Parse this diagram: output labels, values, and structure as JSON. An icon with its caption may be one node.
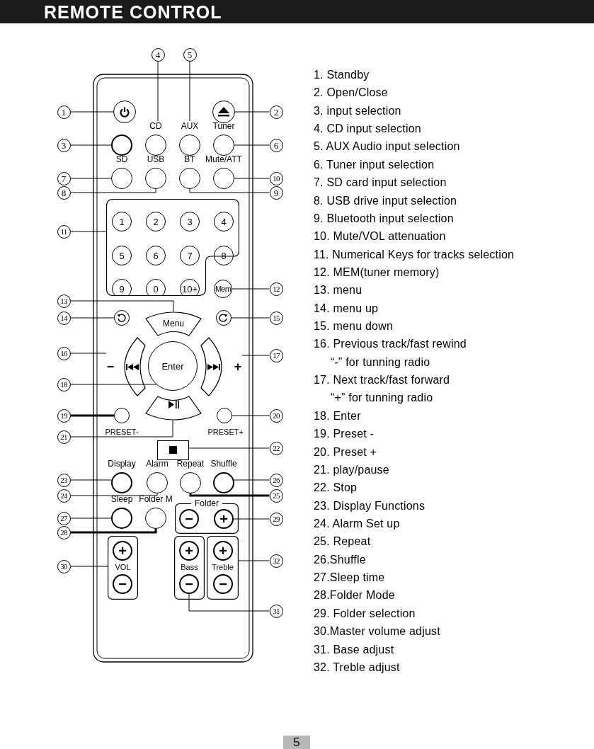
{
  "diagram": {
    "title": "REMOTE CONTROL",
    "nodes": [
      {
        "text": [
          "4"
        ]
      },
      {
        "text": [
          "5"
        ]
      },
      {
        "text": [
          "1"
        ]
      },
      {
        "text": [],
        "shape": "circle"
      },
      {
        "text": [],
        "shape": "circle"
      },
      {
        "text": [
          "2"
        ]
      },
      {
        "text": [
          "3"
        ]
      },
      {
        "text": [],
        "shape": "circle"
      },
      {
        "text": [
          "CD"
        ]
      },
      {
        "text": [
          "AUX"
        ]
      },
      {
        "text": [
          "Tuner"
        ]
      },
      {
        "text": [
          "6"
        ]
      },
      {
        "text": [
          "7"
        ]
      },
      {
        "text": [
          "SD"
        ]
      },
      {
        "text": [
          "USB"
        ]
      },
      {
        "text": [
          "BT"
        ]
      },
      {
        "text": [
          "Mute/ATT"
        ]
      },
      {
        "text": [
          "10"
        ]
      },
      {
        "text": [
          "8"
        ]
      },
      {
        "text": [
          "9"
        ]
      },
      {
        "text": [
          "11"
        ]
      },
      {
        "text": [],
        "shape": "box"
      },
      {
        "text": [
          "1"
        ],
        "in": 21
      },
      {
        "text": [
          "2"
        ],
        "in": 21
      },
      {
        "text": [
          "3"
        ],
        "in": 21
      },
      {
        "text": [
          "4"
        ],
        "in": 21
      },
      {
        "text": [
          "5"
        ],
        "in": 21
      },
      {
        "text": [
          "6"
        ],
        "in": 21
      },
      {
        "text": [
          "7"
        ],
        "in": 21
      },
      {
        "text": [
          "8"
        ],
        "in": 21
      },
      {
        "text": [
          "9"
        ],
        "in": 21
      },
      {
        "text": [
          "0"
        ],
        "in": 21
      },
      {
        "text": [
          "10+"
        ],
        "in": 21
      },
      {
        "text": [
          "Mem"
        ]
      },
      {
        "text": [
          "12"
        ]
      },
      {
        "text": [
          "13"
        ]
      },
      {
        "text": [
          "Menu"
        ]
      },
      {
        "text": [
          "14"
        ]
      },
      {
        "text": [],
        "shape": "circle"
      },
      {
        "text": [],
        "shape": "circle"
      },
      {
        "text": [
          "15"
        ]
      },
      {
        "text": [
          "16"
        ]
      },
      {
        "text": [],
        "shape": "box",
        "beside": [
          "−"
        ]
      },
      {
        "text": [
          "Enter"
        ]
      },
      {
        "text": [],
        "shape": "box",
        "beside": [
          "+"
        ]
      },
      {
        "text": [
          "17"
        ]
      },
      {
        "text": [
          "18"
        ]
      },
      {
        "text": [
          "19"
        ]
      },
      {
        "text": [
          "PRESET-"
        ]
      },
      {
        "text": [],
        "shape": "box"
      },
      {
        "text": [
          "PRESET+"
        ]
      },
      {
        "text": [
          "20"
        ]
      },
      {
        "text": [
          "21"
        ]
      },
      {
        "text": [],
        "shape": "box"
      },
      {
        "text": [
          "22"
        ]
      },
      {
        "text": [
          "23"
        ]
      },
      {
        "text": [
          "Display"
        ]
      },
      {
        "text": [
          "Alarm"
        ]
      },
      {
        "text": [
          "Repeat"
        ]
      },
      {
        "text": [
          "Shuffle"
        ]
      },
      {
        "text": [
          "26"
        ]
      },
      {
        "text": [
          "24"
        ]
      },
      {
        "text": [
          "25"
        ]
      },
      {
        "text": [
          "27"
        ]
      },
      {
        "text": [
          "Sleep"
        ]
      },
      {
        "text": [
          "Folder M"
        ]
      },
      {
        "text": [
          "Folder"
        ]
      },
      {
        "text": [
          "−"
        ],
        "in": 66
      },
      {
        "text": [
          "+"
        ],
        "in": 66
      },
      {
        "text": [
          "29"
        ]
      },
      {
        "text": [
          "28"
        ]
      },
      {
        "text": [
          "30"
        ]
      },
      {
        "text": [
          "VOL"
        ]
      },
      {
        "text": [
          "+"
        ],
        "in": 72
      },
      {
        "text": [
          "−"
        ],
        "in": 72
      },
      {
        "text": [
          "Bass"
        ]
      },
      {
        "text": [
          "+"
        ],
        "in": 75
      },
      {
        "text": [
          "−"
        ],
        "in": 75
      },
      {
        "text": [
          "Treble"
        ]
      },
      {
        "text": [
          "+"
        ],
        "in": 78
      },
      {
        "text": [
          "−"
        ],
        "in": 78
      },
      {
        "text": [
          "32"
        ]
      },
      {
        "text": [
          "31"
        ]
      }
    ],
    "edges": [
      {
        "from": 0,
        "to": 8,
        "arrow": "none"
      },
      {
        "from": 1,
        "to": 9,
        "arrow": "none"
      },
      {
        "from": 2,
        "to": 3,
        "arrow": "none"
      },
      {
        "from": 5,
        "to": 4,
        "arrow": "none"
      },
      {
        "from": 6,
        "to": 7,
        "arrow": "none"
      },
      {
        "from": 11,
        "to": 10,
        "arrow": "none"
      },
      {
        "from": 12,
        "to": 13,
        "arrow": "none"
      },
      {
        "from": 18,
        "to": 14,
        "arrow": "none"
      },
      {
        "from": 19,
        "to": 15,
        "arrow": "none"
      },
      {
        "from": 17,
        "to": 16,
        "arrow": "none"
      },
      {
        "from": 20,
        "to": 21,
        "arrow": "none"
      },
      {
        "from": 34,
        "to": 33,
        "arrow": "none"
      },
      {
        "from": 35,
        "to": 36,
        "arrow": "none"
      },
      {
        "from": 37,
        "to": 38,
        "arrow": "none"
      },
      {
        "from": 40,
        "to": 39,
        "arrow": "none"
      },
      {
        "from": 41,
        "to": 42,
        "arrow": "none"
      },
      {
        "from": 45,
        "to": 44,
        "arrow": "none"
      },
      {
        "from": 46,
        "to": 43,
        "arrow": "none"
      },
      {
        "from": 47,
        "to": 48,
        "arrow": "none",
        "style": "thick"
      },
      {
        "from": 52,
        "to": 49,
        "arrow": "none"
      },
      {
        "from": 51,
        "to": 50,
        "arrow": "none"
      },
      {
        "from": 54,
        "to": 53,
        "arrow": "none"
      },
      {
        "from": 55,
        "to": 56,
        "arrow": "none"
      },
      {
        "from": 61,
        "to": 57,
        "arrow": "none"
      },
      {
        "from": 62,
        "to": 58,
        "arrow": "none",
        "style": "thick"
      },
      {
        "from": 60,
        "to": 59,
        "arrow": "none"
      },
      {
        "from": 63,
        "to": 64,
        "arrow": "none"
      },
      {
        "from": 70,
        "to": 65,
        "arrow": "none",
        "style": "thick"
      },
      {
        "from": 69,
        "to": 68,
        "arrow": "none"
      },
      {
        "from": 71,
        "to": 72,
        "arrow": "none"
      },
      {
        "from": 82,
        "to": 77,
        "arrow": "none"
      },
      {
        "from": 81,
        "to": 78,
        "arrow": "none"
      }
    ],
    "labels": [
      "1. Standby",
      "2. Open/Close",
      "3. input selection",
      "4. CD input selection",
      "5. AUX Audio input selection",
      "6. Tuner input selection",
      "7. SD card input selection",
      "8. USB drive input selection",
      "9. Bluetooth input selection",
      "10. Mute/VOL attenuation",
      "11. Numerical Keys for tracks selection",
      "12. MEM(tuner memory)",
      "13. menu",
      "14. menu up",
      "15. menu down",
      "16. Previous track/fast rewind",
      "“-” for tunning radio",
      "17. Next track/fast forward",
      "“+” for tunning radio",
      "18. Enter",
      "19. Preset -",
      "20. Preset +",
      "21. play/pause",
      "22. Stop",
      "23. Display Functions",
      "24. Alarm Set up",
      "25. Repeat",
      "26.Shuffle",
      "27.Sleep time",
      "28.Folder Mode",
      "29. Folder selection",
      "30.Master volume adjust",
      "31. Base adjust",
      "32. Treble adjust",
      "5"
    ]
  }
}
